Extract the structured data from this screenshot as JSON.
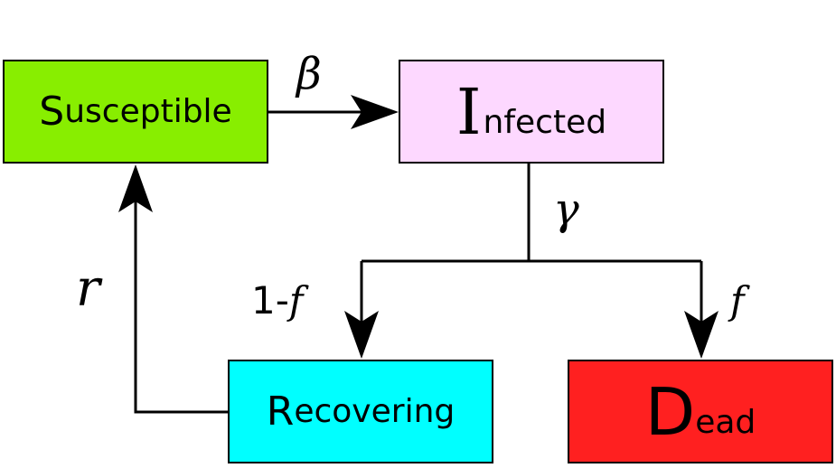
{
  "nodes": {
    "susceptible": {
      "initial": "S",
      "rest": "usceptible",
      "color": "#88ee00"
    },
    "infected": {
      "initial": "I",
      "rest": "nfected",
      "color": "#fdd8ff"
    },
    "recovering": {
      "initial": "R",
      "rest": "ecovering",
      "color": "#00ffff"
    },
    "dead": {
      "initial": "D",
      "rest": "ead",
      "color": "#ff2020"
    }
  },
  "rates": {
    "beta": "β",
    "gamma": "γ",
    "r": "r",
    "one_minus_f_prefix": "1-",
    "one_minus_f_symbol": "f",
    "f": "f"
  },
  "edges": [
    {
      "from": "susceptible",
      "to": "infected",
      "label": "β"
    },
    {
      "from": "infected",
      "to": "recovering",
      "label": "1-f"
    },
    {
      "from": "infected",
      "to": "dead",
      "label": "f"
    },
    {
      "from": "recovering",
      "to": "susceptible",
      "label": "r"
    }
  ],
  "line_color": "#000000"
}
